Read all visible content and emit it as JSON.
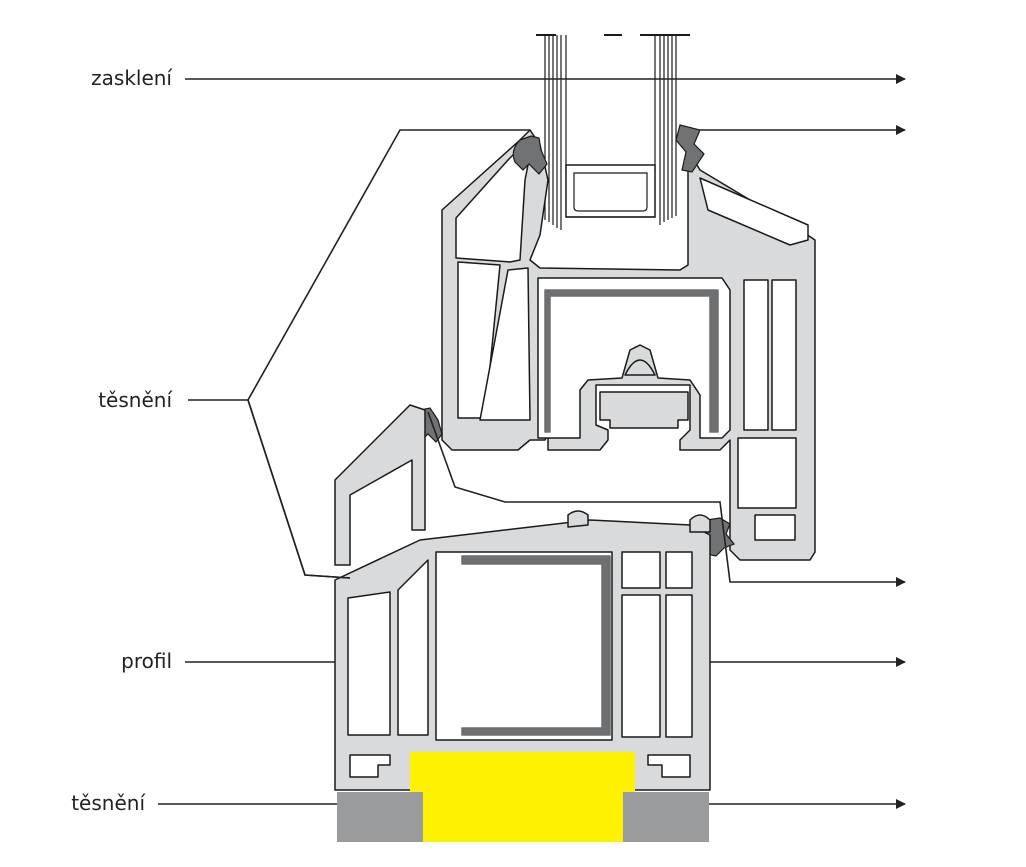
{
  "labels": {
    "glazing": "zasklení",
    "seal_upper": "těsnění",
    "profile": "profil",
    "seal_lower": "těsnění"
  },
  "colors": {
    "profile_fill": "#d8dadb",
    "outline": "#1a1a1a",
    "gasket": "#707274",
    "steel": "#6d6f71",
    "foam_yellow": "#fff200",
    "tape_grey": "#999b9d",
    "leader": "#222222"
  }
}
